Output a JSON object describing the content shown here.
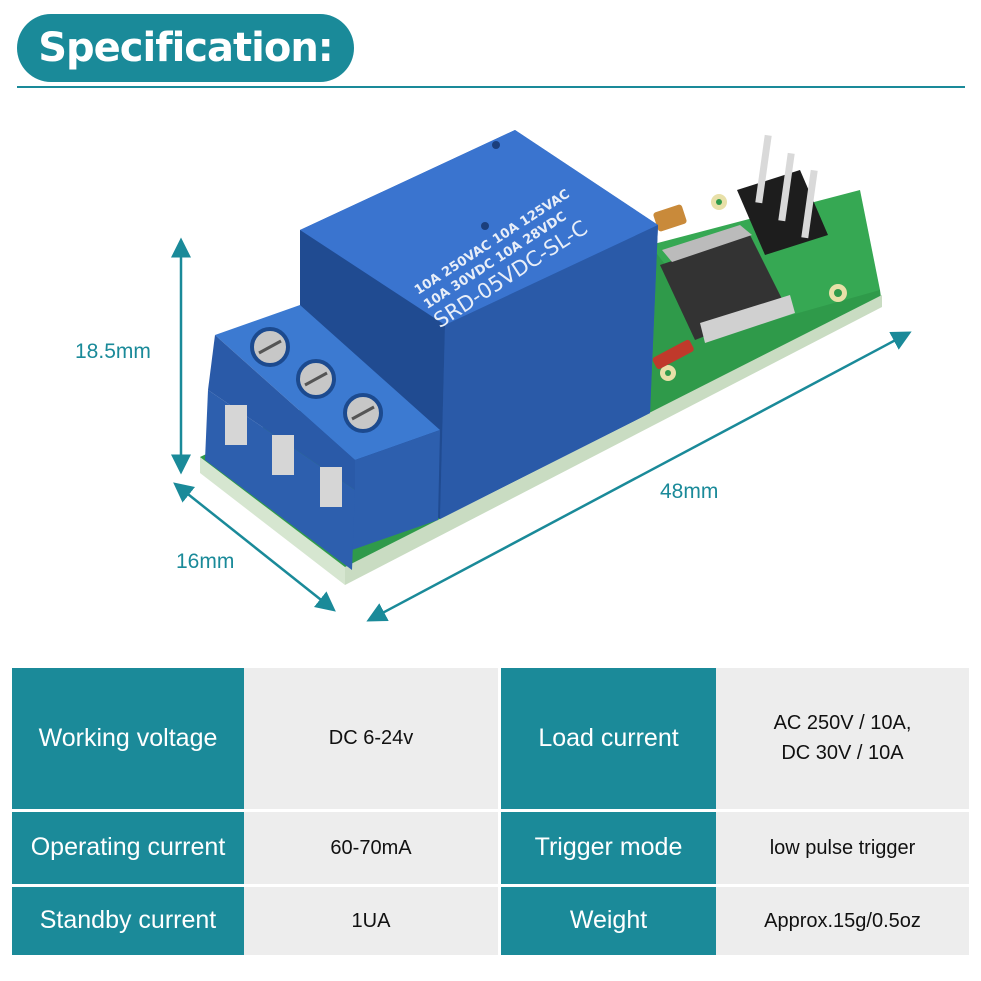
{
  "header": {
    "title": "Specification:"
  },
  "dimensions": {
    "height": "18.5mm",
    "length": "48mm",
    "width": "16mm"
  },
  "relay_marking": {
    "line1": "10A 250VAC  10A 125VAC",
    "line2": "10A  30VDC  10A  28VDC",
    "model": "SRD-05VDC-SL-C"
  },
  "specs": [
    {
      "label": "Working voltage",
      "value": "DC 6-24v",
      "label2": "Load current",
      "value2_line1": "AC 250V / 10A,",
      "value2_line2": "DC 30V / 10A"
    },
    {
      "label": "Operating current",
      "value": "60-70mA",
      "label2": "Trigger mode",
      "value2_line1": "low pulse trigger",
      "value2_line2": ""
    },
    {
      "label": "Standby current",
      "value": "1UA",
      "label2": "Weight",
      "value2_line1": "Approx.15g/0.5oz",
      "value2_line2": ""
    }
  ],
  "colors": {
    "teal": "#1a8a99",
    "cell_gray": "#ededed",
    "relay_blue": "#2e63b8",
    "pcb_green": "#2f9a4a"
  }
}
